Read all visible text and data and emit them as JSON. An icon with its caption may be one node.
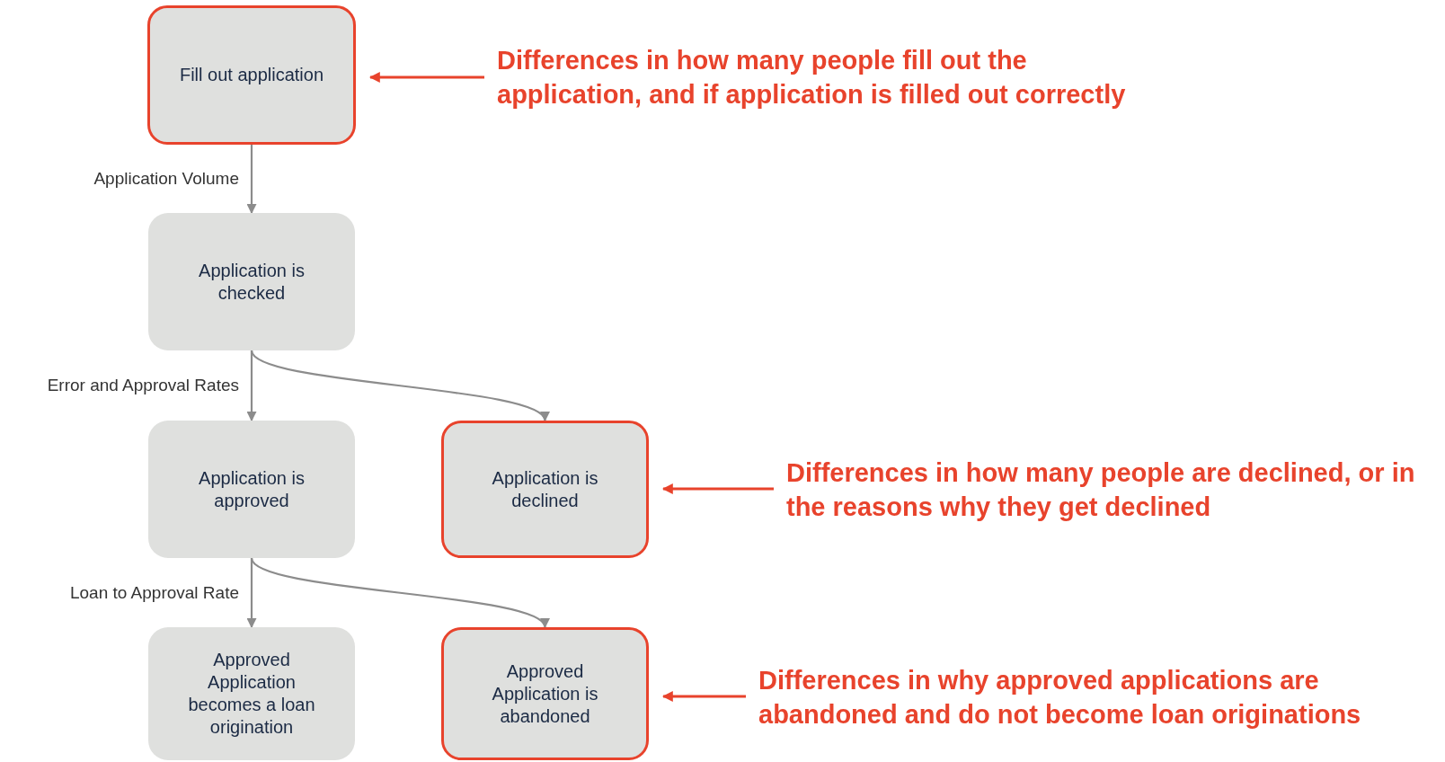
{
  "diagram": {
    "nodes": [
      {
        "text": [
          "Fill out application"
        ]
      },
      {
        "text": [
          "Application is checked"
        ]
      },
      {
        "text": [
          "Application is approved"
        ]
      },
      {
        "text": [
          "Application is declined"
        ]
      },
      {
        "text": [
          "Approved Application becomes a loan origination"
        ]
      },
      {
        "text": [
          "Approved Application is abandoned"
        ]
      },
      {
        "text": [
          "Differences in how many people fill out the application, and if application is filled out correctly"
        ]
      },
      {
        "text": [
          "Differences in how many people are declined, or in the reasons why they get declined"
        ]
      },
      {
        "text": [
          "Differences in why approved applications are abandoned and do not become loan originations"
        ]
      }
    ],
    "edges": [
      {
        "from": 0,
        "to": 1,
        "arrow": "to",
        "label": "Application Volume"
      },
      {
        "from": 1,
        "to": 2,
        "arrow": "to",
        "label": "Error and Approval Rates"
      },
      {
        "from": 1,
        "to": 3,
        "arrow": "to"
      },
      {
        "from": 2,
        "to": 4,
        "arrow": "to",
        "label": "Loan to Approval Rate"
      },
      {
        "from": 2,
        "to": 5,
        "arrow": "to"
      },
      {
        "from": 6,
        "to": 0,
        "arrow": "to",
        "color": "#e8432c"
      },
      {
        "from": 7,
        "to": 3,
        "arrow": "to",
        "color": "#e8432c"
      },
      {
        "from": 8,
        "to": 5,
        "arrow": "to",
        "color": "#e8432c"
      }
    ]
  }
}
